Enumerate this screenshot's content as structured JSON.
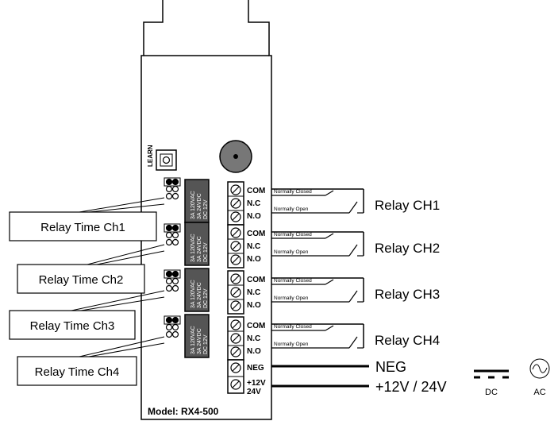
{
  "board": {
    "learn_label": "LEARN",
    "model": "Model: RX4-500"
  },
  "relays": [
    {
      "rating_lines": [
        "3A 120VAC",
        "3A 24VDC",
        "DC 12V"
      ],
      "terminals": [
        "COM",
        "N.C",
        "N.O"
      ],
      "nc_label": "Normally Closed",
      "no_label": "Normally Open",
      "name": "Relay CH1",
      "time_label": "Relay Time Ch1"
    },
    {
      "rating_lines": [
        "3A 120VAC",
        "3A 24VDC",
        "DC 12V"
      ],
      "terminals": [
        "COM",
        "N.C",
        "N.O"
      ],
      "nc_label": "Normally Closed",
      "no_label": "Normally Open",
      "name": "Relay CH2",
      "time_label": "Relay Time Ch2"
    },
    {
      "rating_lines": [
        "3A 120VAC",
        "3A 24VDC",
        "DC 12V"
      ],
      "terminals": [
        "COM",
        "N.C",
        "N.O"
      ],
      "nc_label": "Normally Closed",
      "no_label": "Normally Open",
      "name": "Relay CH3",
      "time_label": "Relay Time Ch3"
    },
    {
      "rating_lines": [
        "3A 120VAC",
        "3A 24VDC",
        "DC 12V"
      ],
      "terminals": [
        "COM",
        "N.C",
        "N.O"
      ],
      "nc_label": "Normally Closed",
      "no_label": "Normally Open",
      "name": "Relay CH4",
      "time_label": "Relay Time Ch4"
    }
  ],
  "power": {
    "neg_terminal": "NEG",
    "pos_terminal_line1": "+12V",
    "pos_terminal_line2": "24V",
    "neg_label": "NEG",
    "pos_label": "+12V / 24V",
    "dc_label": "DC",
    "ac_label": "AC"
  },
  "icons": [
    "dc-symbol-icon",
    "ac-symbol-icon",
    "antenna-spring-icon",
    "buzzer-icon",
    "learn-button-icon"
  ]
}
